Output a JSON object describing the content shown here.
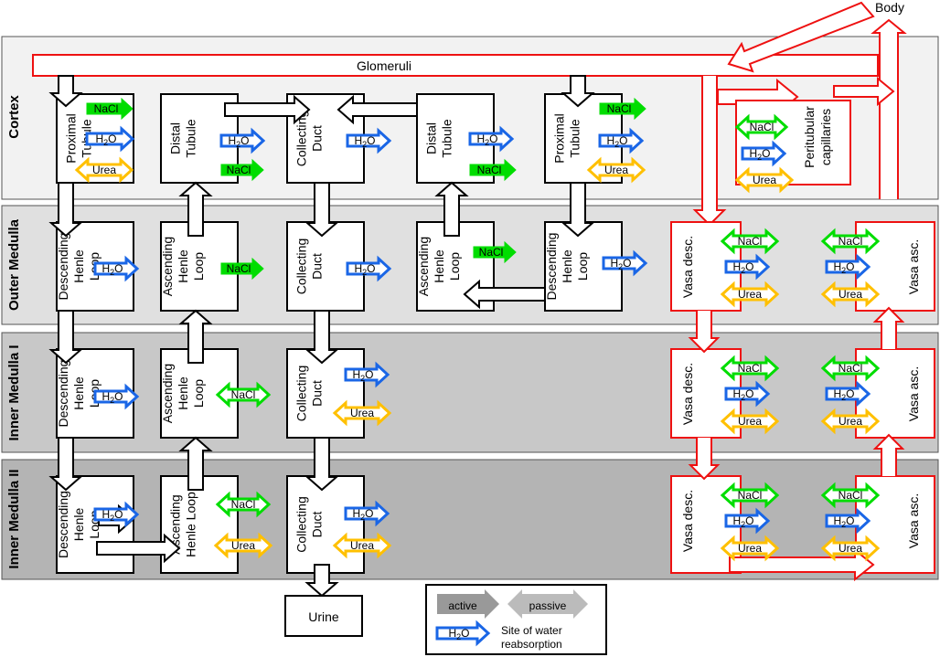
{
  "zones": [
    {
      "id": "cortex",
      "label": "Cortex",
      "fill": "#f2f2f2"
    },
    {
      "id": "outer",
      "label": "Outer Medulla",
      "fill": "#e0e0e0"
    },
    {
      "id": "inner1",
      "label": "Inner Medulla I",
      "fill": "#c8c8c8"
    },
    {
      "id": "inner2",
      "label": "Inner Medulla II",
      "fill": "#b4b4b4"
    }
  ],
  "labels": {
    "glomeruli": "Glomeruli",
    "body": "Body",
    "urine": "Urine",
    "peritubular": [
      "Peritubular",
      "capillaries"
    ],
    "vasa_desc": "Vasa desc.",
    "vasa_asc": "Vasa asc."
  },
  "segments": {
    "cortex": [
      [
        "Proximal",
        "Tubule"
      ],
      [
        "Distal",
        "Tubule"
      ],
      [
        "Collecting",
        "Duct"
      ],
      [
        "Distal",
        "Tubule"
      ],
      [
        "Proximal",
        "Tubule"
      ]
    ],
    "outer": [
      [
        "Descending",
        "Henle",
        "Loop"
      ],
      [
        "Ascending",
        "Henle",
        "Loop"
      ],
      [
        "Collecting",
        "Duct"
      ],
      [
        "Ascending",
        "Henle",
        "Loop"
      ],
      [
        "Descending",
        "Henle",
        "Loop"
      ]
    ],
    "inner1": [
      [
        "Descending",
        "Henle",
        "Loop"
      ],
      [
        "Ascending",
        "Henle",
        "Loop"
      ],
      [
        "Collecting",
        "Duct"
      ]
    ],
    "inner2": [
      [
        "Descending",
        "Henle",
        "Loop"
      ],
      [
        "Ascending",
        "Henle Loop"
      ],
      [
        "Collecting",
        "Duct"
      ]
    ]
  },
  "substances": {
    "nacl": "NaCl",
    "h2o_base": "H",
    "h2o_sub": "2",
    "h2o_tail": "O",
    "urea": "Urea"
  },
  "legend": {
    "active": "active",
    "passive": "passive",
    "water_site": [
      "Site of water",
      "reabsorption"
    ]
  },
  "colors": {
    "nacl": "#00dd00",
    "h2o": "#1a66e6",
    "urea": "#ffc000",
    "vessel": "#ee1111",
    "active": "#999999",
    "passive": "#bbbbbb"
  }
}
